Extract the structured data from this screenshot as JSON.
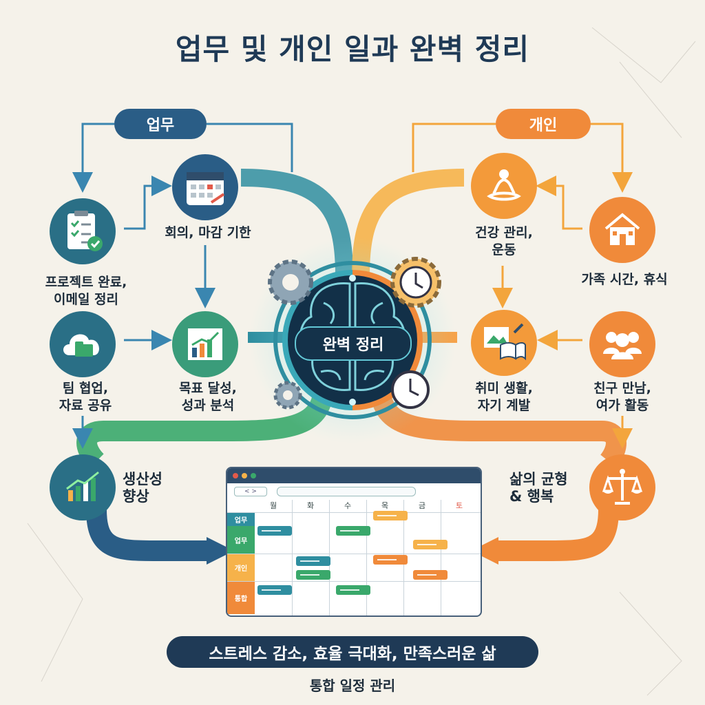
{
  "title": "업무 및 개인 일과 완벽 정리",
  "work_label": "업무",
  "personal_label": "개인",
  "center_label": "완벽 정리",
  "work_items": {
    "project": "프로젝트 완료,\n이메일 정리",
    "meeting": "회의, 마감 기한",
    "team": "팀 협업,\n자료 공유",
    "goal": "목표 달성,\n성과 분석",
    "productivity": "생산성\n향상"
  },
  "personal_items": {
    "health": "건강 관리,\n운동",
    "family": "가족 시간, 휴식",
    "hobby": "취미 생활,\n자기 계발",
    "friends": "친구 만남,\n여가 활동",
    "balance": "삶의 균형\n& 행복"
  },
  "calendar": {
    "nav": "< >",
    "days": [
      "월",
      "화",
      "수",
      "목",
      "금",
      "토"
    ],
    "rows": [
      "업무",
      "업무",
      "개인",
      "통합"
    ]
  },
  "bottom_banner": "스트레스 감소, 효율 극대화, 만족스러운 삶",
  "bottom_caption": "통합 일정 관리",
  "colors": {
    "work": "#2a5d86",
    "work_teal": "#2f8ea0",
    "work_green": "#3aa86b",
    "personal": "#f08a3a",
    "personal_light": "#f6b24a",
    "dark": "#1f3a56"
  }
}
